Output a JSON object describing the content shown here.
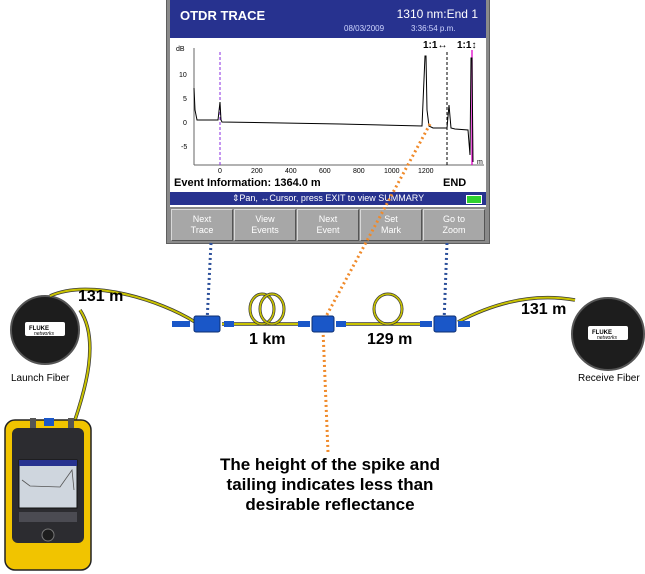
{
  "otdr": {
    "title": "OTDR TRACE",
    "wavelength_end": "1310 nm:End 1",
    "date": "08/03/2009",
    "time": "3:36:54 p.m.",
    "zoom_h": "1:1↔",
    "zoom_v": "1:1↕",
    "y_unit": "dB",
    "x_unit": "m",
    "y_ticks": [
      "10",
      "5",
      "0",
      "-5"
    ],
    "x_ticks": [
      "0",
      "200",
      "400",
      "600",
      "800",
      "1000",
      "1200"
    ],
    "event_info": "Event Information:  1364.0 m",
    "event_end": "END",
    "status": "⇕Pan, ↔Cursor, press EXIT to view SUMMARY",
    "softkeys": [
      {
        "line1": "Next",
        "line2": "Trace"
      },
      {
        "line1": "View",
        "line2": "Events"
      },
      {
        "line1": "Next",
        "line2": "Event"
      },
      {
        "line1": "Set",
        "line2": "Mark"
      },
      {
        "line1": "Go to",
        "line2": "Zoom"
      }
    ]
  },
  "diagram": {
    "launch_length": "131 m",
    "receive_length": "131 m",
    "segment1": "1 km",
    "segment2": "129 m",
    "launch_label": "Launch Fiber",
    "receive_label": "Receive Fiber",
    "note_line1": "The height of the spike and",
    "note_line2": "tailing indicates less than",
    "note_line3": "desirable reflectance",
    "spool_logo_line1": "FLUKE",
    "spool_logo_line2": "networks"
  },
  "colors": {
    "screen_header": "#27328f",
    "fiber": "#c9c300",
    "connector": "#1a57c8",
    "orange_dots": "#f08a2a",
    "blue_dots": "#2b4f9a",
    "marker_purple": "#8a2be2",
    "marker_magenta": "#e000c8"
  }
}
